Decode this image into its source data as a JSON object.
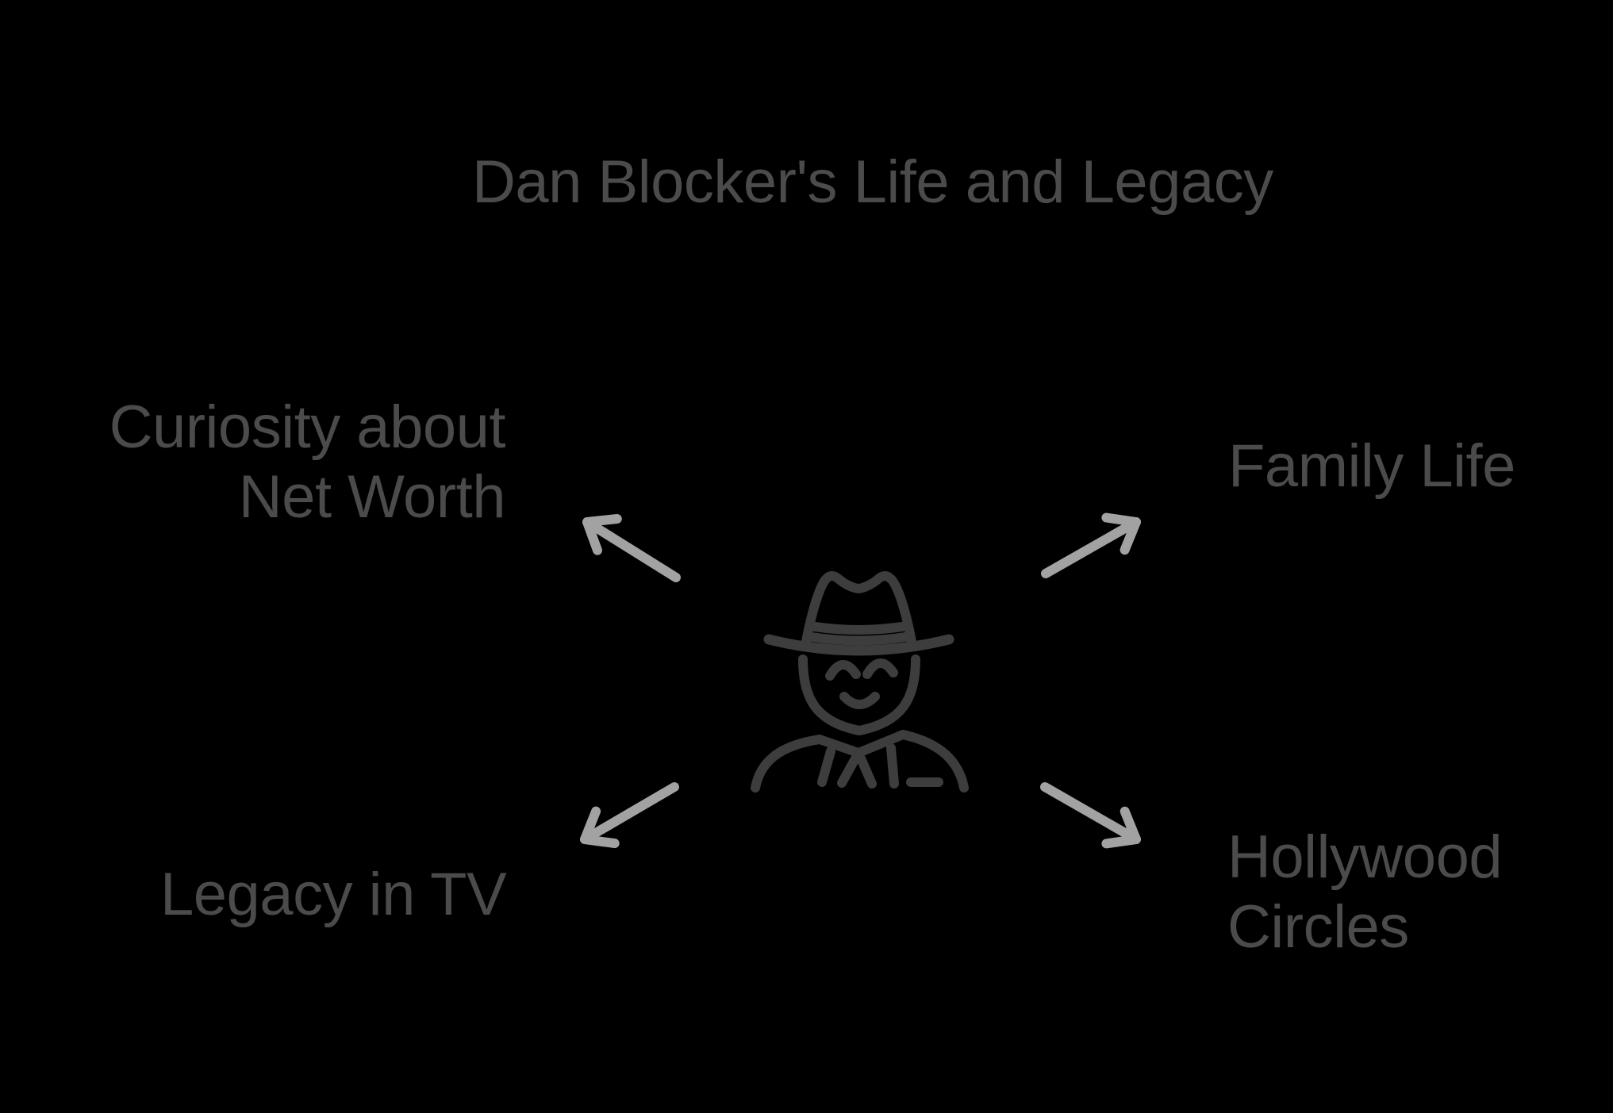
{
  "title": "Dan Blocker's Life and Legacy",
  "center": {
    "icon": "cowboy-avatar-icon"
  },
  "nodes": [
    {
      "label": "Curiosity about\nNet Worth",
      "position": "top-left"
    },
    {
      "label": "Family Life",
      "position": "top-right"
    },
    {
      "label": "Legacy in TV",
      "position": "bottom-left"
    },
    {
      "label": "Hollywood\nCircles",
      "position": "bottom-right"
    }
  ],
  "colors": {
    "background": "#000000",
    "text": "#4b4b4b",
    "icon_stroke": "#3d3d3d",
    "arrow": "#a2a2a2"
  }
}
